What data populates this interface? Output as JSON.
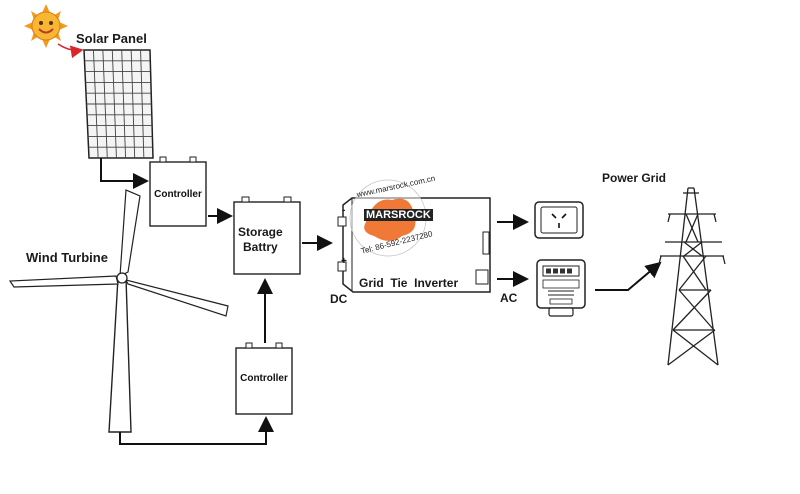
{
  "labels": {
    "solar_panel": "Solar Panel",
    "wind_turbine": "Wind Turbine",
    "controller_top": "Controller",
    "controller_bottom": "Controller",
    "storage_battery_line1": "Storage",
    "storage_battery_line2": "Battry",
    "inverter": "Grid  Tie  Inverter",
    "dc": "DC",
    "ac": "AC",
    "power_grid": "Power Grid"
  },
  "watermark": {
    "brand": "MARSROCK",
    "url": "www.marsrock.com.cn",
    "phone": "Tel: 86-592-2237280"
  },
  "terminals": {
    "minus": "-",
    "plus": "+"
  },
  "colors": {
    "line": "#111111",
    "sun": "#f39a1e",
    "sun_face": "#f7b733",
    "solar_arrow": "#d9262b",
    "watermark_orange": "#ef6b22"
  }
}
